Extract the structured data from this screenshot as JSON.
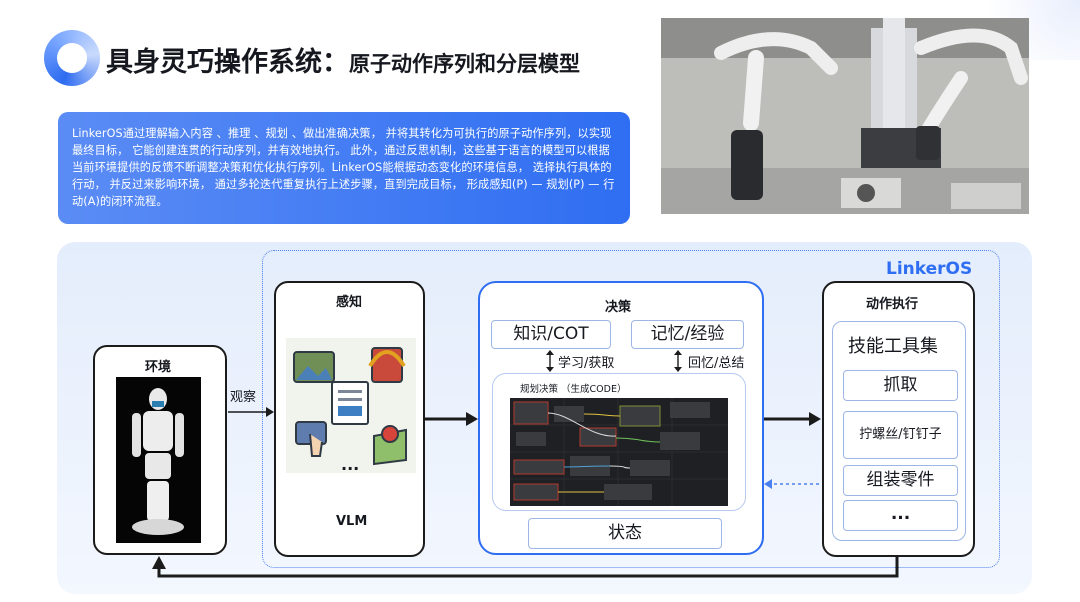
{
  "title": {
    "main": "具身灵巧操作系统：",
    "sub": "原子动作序列和分层模型"
  },
  "description": "LinkerOS通过理解输入内容 、推理 、规划 、做出准确决策， 并将其转化为可执行的原子动作序列，以实现最终目标， 它能创建连贯的行动序列，并有效地执行。 此外，通过反思机制，这些基于语言的模型可以根据当前环境提供的反馈不断调整决策和优化执行序列。LinkerOS能根据动态变化的环境信息， 选择执行具体的行动， 并反过来影响环境， 通过多轮迭代重复执行上述步骤，直到完成目标， 形成感知(P) — 规划(P) — 行动(A)的闭环流程。",
  "diagram": {
    "os_label": "LinkerOS",
    "environment": {
      "title": "环境"
    },
    "observe_label": "观察",
    "perception": {
      "title": "感知",
      "model": "VLM",
      "ellipsis": "..."
    },
    "decision": {
      "title": "决策",
      "knowledge": "知识/COT",
      "memory": "记忆/经验",
      "learn_label": "学习/获取",
      "recall_label": "回忆/总结",
      "planning_label": "规划决策  （生成CODE）",
      "state": "状态"
    },
    "action": {
      "title": "动作执行",
      "skillset": "技能工具集",
      "skills": [
        "抓取",
        "拧螺丝/钉钉子",
        "组装零件",
        "..."
      ]
    }
  },
  "colors": {
    "accent": "#2f6ef2",
    "border": "#1b1b1b",
    "panel_bg": "#e4edfc"
  }
}
